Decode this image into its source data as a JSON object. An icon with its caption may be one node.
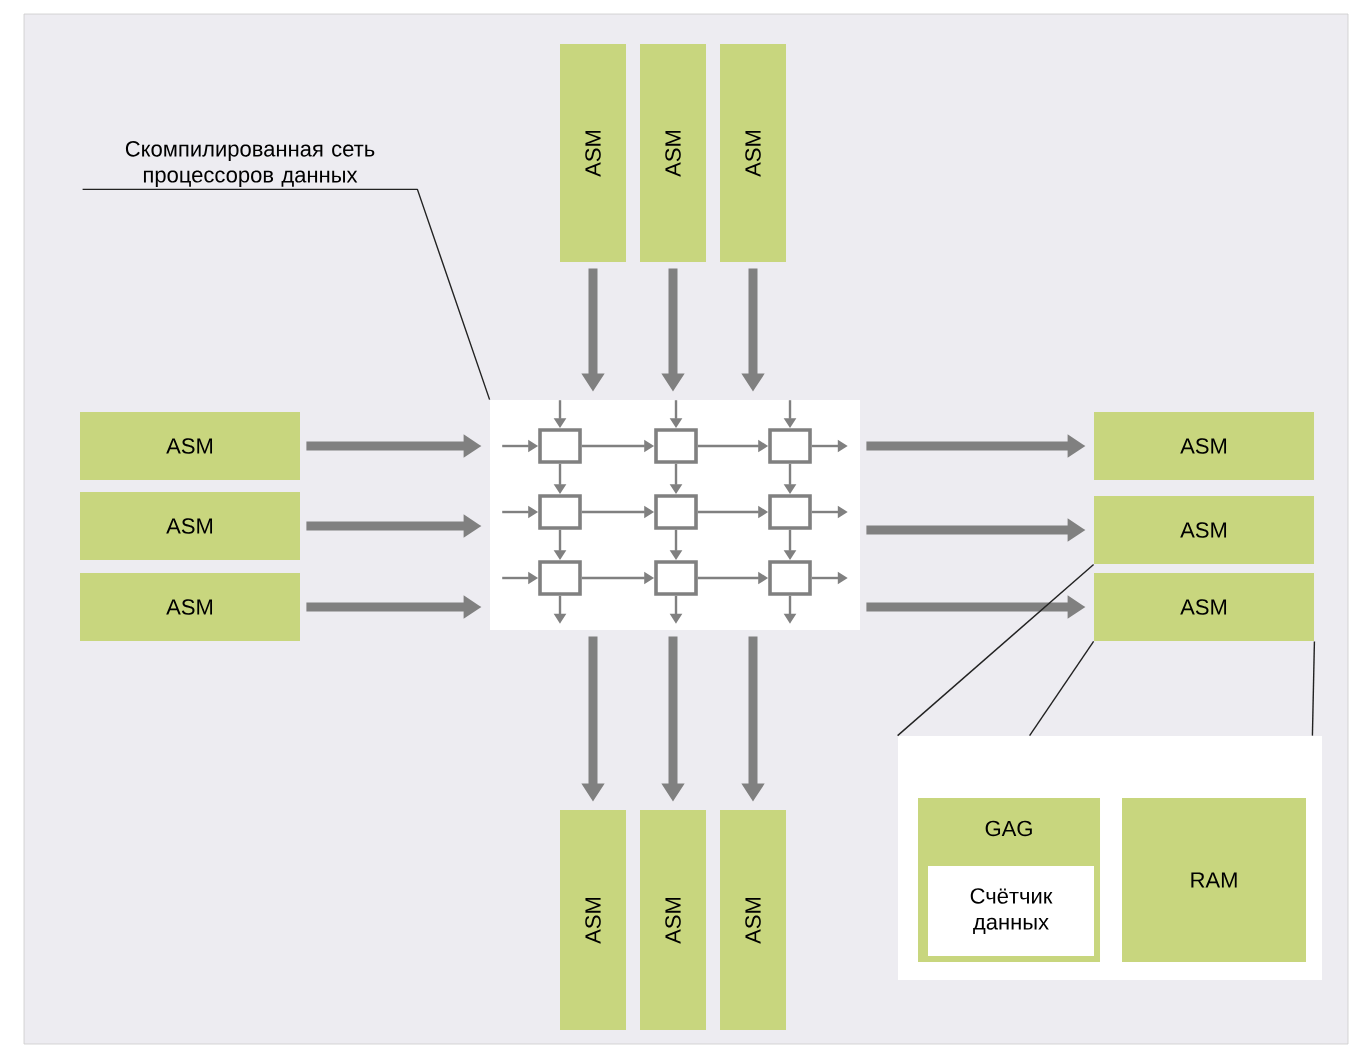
{
  "diagram": {
    "nodes": [
      {
        "text": [
          "Скомпилированная сеть процессоров данных"
        ]
      },
      {
        "text": [
          "ASM"
        ]
      },
      {
        "text": [
          "ASM"
        ]
      },
      {
        "text": [
          "ASM"
        ]
      },
      {
        "text": [
          "ASM"
        ]
      },
      {
        "text": [
          "ASM"
        ]
      },
      {
        "text": [
          "ASM"
        ]
      },
      {
        "text": [],
        "shape": "box"
      },
      {
        "text": [],
        "shape": "box",
        "in": 7
      },
      {
        "text": [],
        "shape": "box",
        "in": 7
      },
      {
        "text": [],
        "shape": "box",
        "in": 7
      },
      {
        "text": [],
        "shape": "box",
        "in": 7
      },
      {
        "text": [],
        "shape": "box",
        "in": 7
      },
      {
        "text": [],
        "shape": "box",
        "in": 7
      },
      {
        "text": [],
        "shape": "box",
        "in": 7
      },
      {
        "text": [],
        "shape": "box",
        "in": 7
      },
      {
        "text": [],
        "shape": "box",
        "in": 7
      },
      {
        "text": [
          "ASM"
        ]
      },
      {
        "text": [
          "ASM"
        ]
      },
      {
        "text": [
          "ASM"
        ]
      },
      {
        "text": [
          "ASM"
        ]
      },
      {
        "text": [
          "ASM"
        ]
      },
      {
        "text": [
          "ASM"
        ]
      },
      {
        "text": [],
        "shape": "box"
      },
      {
        "text": [
          "GAG"
        ],
        "in": 23
      },
      {
        "text": [
          "Счётчик данных"
        ],
        "in": 24
      },
      {
        "text": [
          "RAM"
        ],
        "in": 23
      }
    ],
    "edges": [
      {
        "from": 0,
        "to": 7,
        "arrow": "none",
        "color": "#222222"
      },
      {
        "from": 1,
        "to": 7,
        "arrow": "to",
        "style": "thick"
      },
      {
        "from": 2,
        "to": 7,
        "arrow": "to",
        "style": "thick"
      },
      {
        "from": 3,
        "to": 7,
        "arrow": "to",
        "style": "thick"
      },
      {
        "from": 4,
        "to": 7,
        "arrow": "to",
        "style": "thick"
      },
      {
        "from": 5,
        "to": 7,
        "arrow": "to",
        "style": "thick"
      },
      {
        "from": 6,
        "to": 7,
        "arrow": "to",
        "style": "thick"
      },
      {
        "from": 7,
        "to": 17,
        "arrow": "to",
        "style": "thick"
      },
      {
        "from": 7,
        "to": 18,
        "arrow": "to",
        "style": "thick"
      },
      {
        "from": 7,
        "to": 19,
        "arrow": "to",
        "style": "thick"
      },
      {
        "from": 7,
        "to": 20,
        "arrow": "to",
        "style": "thick"
      },
      {
        "from": 7,
        "to": 21,
        "arrow": "to",
        "style": "thick"
      },
      {
        "from": 7,
        "to": 22,
        "arrow": "to",
        "style": "thick"
      },
      {
        "from": null,
        "to": 8,
        "arrow": "to"
      },
      {
        "from": null,
        "to": 9,
        "arrow": "to"
      },
      {
        "from": null,
        "to": 10,
        "arrow": "to"
      },
      {
        "from": null,
        "to": 8,
        "arrow": "to"
      },
      {
        "from": null,
        "to": 11,
        "arrow": "to"
      },
      {
        "from": null,
        "to": 14,
        "arrow": "to"
      },
      {
        "from": 8,
        "to": 9,
        "arrow": "to"
      },
      {
        "from": 9,
        "to": 10,
        "arrow": "to"
      },
      {
        "from": 11,
        "to": 12,
        "arrow": "to"
      },
      {
        "from": 12,
        "to": 13,
        "arrow": "to"
      },
      {
        "from": 14,
        "to": 15,
        "arrow": "to"
      },
      {
        "from": 15,
        "to": 16,
        "arrow": "to"
      },
      {
        "from": 8,
        "to": 11,
        "arrow": "to"
      },
      {
        "from": 9,
        "to": 12,
        "arrow": "to"
      },
      {
        "from": 10,
        "to": 13,
        "arrow": "to"
      },
      {
        "from": 11,
        "to": 14,
        "arrow": "to"
      },
      {
        "from": 12,
        "to": 15,
        "arrow": "to"
      },
      {
        "from": 13,
        "to": 16,
        "arrow": "to"
      },
      {
        "from": 10,
        "to": null,
        "arrow": "to"
      },
      {
        "from": 13,
        "to": null,
        "arrow": "to"
      },
      {
        "from": 16,
        "to": null,
        "arrow": "to"
      },
      {
        "from": 14,
        "to": null,
        "arrow": "to"
      },
      {
        "from": 15,
        "to": null,
        "arrow": "to"
      },
      {
        "from": 16,
        "to": null,
        "arrow": "to"
      },
      {
        "from": 18,
        "to": 23,
        "arrow": "none",
        "color": "#222222"
      },
      {
        "from": 19,
        "to": 23,
        "arrow": "none",
        "color": "#222222"
      },
      {
        "from": 19,
        "to": 23,
        "arrow": "none",
        "color": "#222222"
      }
    ]
  }
}
